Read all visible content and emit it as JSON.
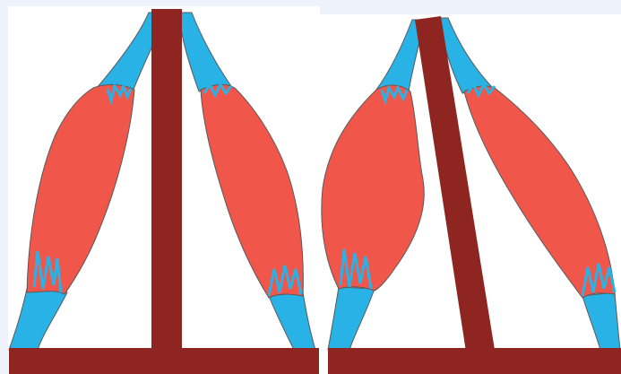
{
  "figure": {
    "panels": [
      {
        "id": "left",
        "state": "balanced",
        "rod": "vertical"
      },
      {
        "id": "right",
        "state": "contracted-left",
        "rod": "tilted"
      }
    ]
  },
  "colors": {
    "background": "#eef3fb",
    "panel": "#ffffff",
    "muscle_belly": "#f0574a",
    "tendon": "#29b2e6",
    "rod": "#8e2521",
    "outline": "#5a5a5a"
  }
}
